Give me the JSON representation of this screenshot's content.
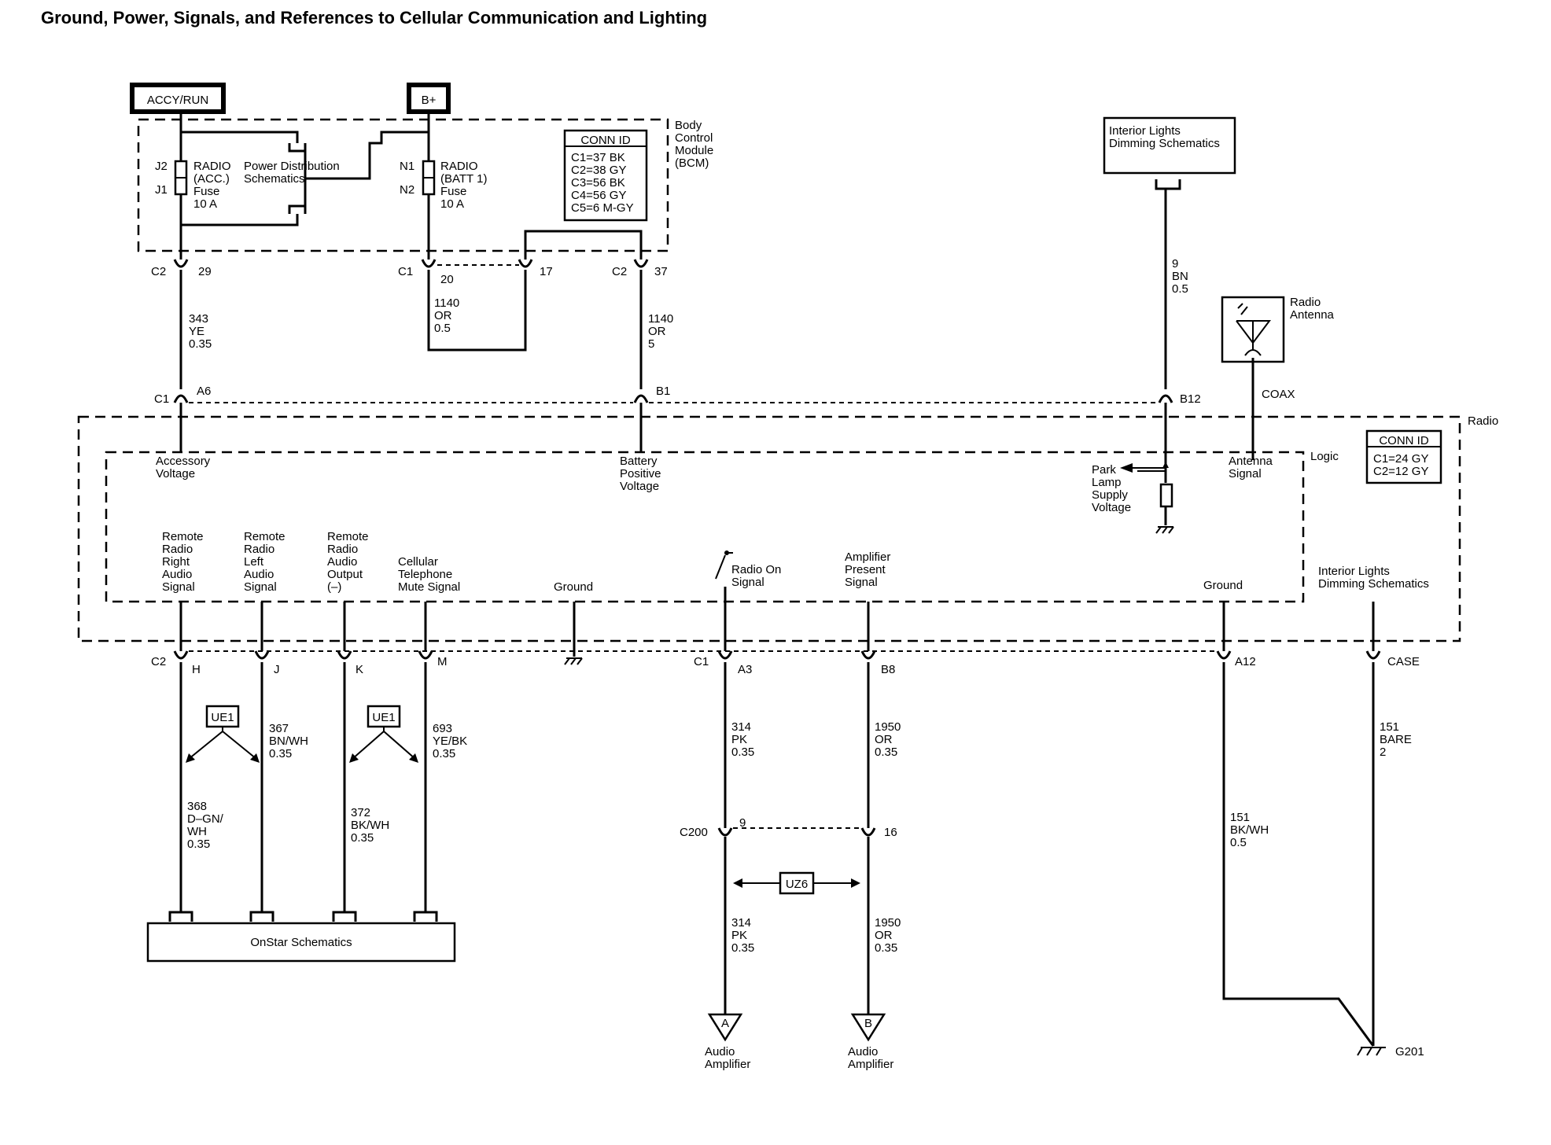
{
  "title": "Ground, Power, Signals, and References to Cellular Communication and Lighting",
  "power": {
    "accy_run": "ACCY/RUN",
    "bplus": "B+"
  },
  "bcm": {
    "name": [
      "Body",
      "Control",
      "Module",
      "(BCM)"
    ],
    "fuse1": {
      "pins_top": "J2",
      "pins_bottom": "J1",
      "label": [
        "RADIO",
        "(ACC.)",
        "Fuse",
        "10 A"
      ]
    },
    "fuse2": {
      "pins_top": "N1",
      "pins_bottom": "N2",
      "label": [
        "RADIO",
        "(BATT 1)",
        "Fuse",
        "10 A"
      ]
    },
    "power_distribution": [
      "Power Distribution",
      "Schematics"
    ],
    "conn_id": {
      "title": "CONN ID",
      "rows": [
        "C1=37 BK",
        "C2=38 GY",
        "C3=56 BK",
        "C4=56 GY",
        "C5=6 M-GY"
      ]
    }
  },
  "bcm_connectors": {
    "c2_29": {
      "conn": "C2",
      "pin": "29"
    },
    "c1_20": {
      "conn": "C1",
      "pin": "20"
    },
    "pin17": "17",
    "c2_37": {
      "conn": "C2",
      "pin": "37"
    }
  },
  "wires_top": {
    "w343": [
      "343",
      "YE",
      "0.35"
    ],
    "w1140a": [
      "1140",
      "OR",
      "0.5"
    ],
    "w1140b": [
      "1140",
      "OR",
      "5"
    ],
    "w9": [
      "9",
      "BN",
      "0.5"
    ]
  },
  "interior_lights_top": [
    "Interior Lights",
    "Dimming Schematics"
  ],
  "radio_antenna": {
    "label": [
      "Radio",
      "Antenna"
    ],
    "coax": "COAX"
  },
  "radio_connectors_top": {
    "a6": {
      "conn": "C1",
      "pin": "A6"
    },
    "b1": "B1",
    "b12": "B12"
  },
  "radio": {
    "label": "Radio",
    "logic_label": "Logic",
    "conn_id": {
      "title": "CONN ID",
      "rows": [
        "C1=24 GY",
        "C2=12 GY"
      ]
    },
    "accessory_voltage": [
      "Accessory",
      "Voltage"
    ],
    "battery_positive": [
      "Battery",
      "Positive",
      "Voltage"
    ],
    "park_lamp": [
      "Park",
      "Lamp",
      "Supply",
      "Voltage"
    ],
    "antenna_signal": [
      "Antenna",
      "Signal"
    ],
    "signals": {
      "rr_audio": [
        "Remote",
        "Radio",
        "Right",
        "Audio",
        "Signal"
      ],
      "rl_audio": [
        "Remote",
        "Radio",
        "Left",
        "Audio",
        "Signal"
      ],
      "r_output": [
        "Remote",
        "Radio",
        "Audio",
        "Output",
        "(–)"
      ],
      "cell_mute": [
        "Cellular",
        "Telephone",
        "Mute Signal"
      ],
      "ground1": "Ground",
      "radio_on": [
        "Radio On",
        "Signal"
      ],
      "amp_present": [
        "Amplifier",
        "Present",
        "Signal"
      ],
      "ground2": "Ground",
      "interior_lights": [
        "Interior Lights",
        "Dimming Schematics"
      ]
    }
  },
  "radio_connectors_bottom": {
    "c2": "C2",
    "h": "H",
    "j": "J",
    "k": "K",
    "m": "M",
    "c1": "C1",
    "a3": "A3",
    "b8": "B8",
    "a12": "A12",
    "case": "CASE"
  },
  "ue1": "UE1",
  "wires_bottom": {
    "w367": [
      "367",
      "BN/WH",
      "0.35"
    ],
    "w693": [
      "693",
      "YE/BK",
      "0.35"
    ],
    "w368": [
      "368",
      "D–GN/",
      "WH",
      "0.35"
    ],
    "w372": [
      "372",
      "BK/WH",
      "0.35"
    ],
    "w314a": [
      "314",
      "PK",
      "0.35"
    ],
    "w1950a": [
      "1950",
      "OR",
      "0.35"
    ],
    "w151a": [
      "151",
      "BARE",
      "2"
    ],
    "w151b": [
      "151",
      "BK/WH",
      "0.5"
    ],
    "w314b": [
      "314",
      "PK",
      "0.35"
    ],
    "w1950b": [
      "1950",
      "OR",
      "0.35"
    ]
  },
  "c200": {
    "conn": "C200",
    "pin9": "9",
    "pin16": "16"
  },
  "uz6": "UZ6",
  "onstar": "OnStar Schematics",
  "audio_amp": {
    "a": "A",
    "b": "B",
    "label": [
      "Audio",
      "Amplifier"
    ]
  },
  "ground_g201": "G201"
}
